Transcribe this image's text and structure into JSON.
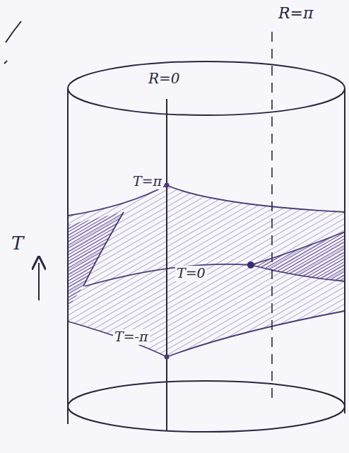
{
  "diagram": {
    "labels": [
      "R=π",
      "R=0",
      "T=π",
      "T=0",
      "T=-π",
      "T"
    ]
  }
}
